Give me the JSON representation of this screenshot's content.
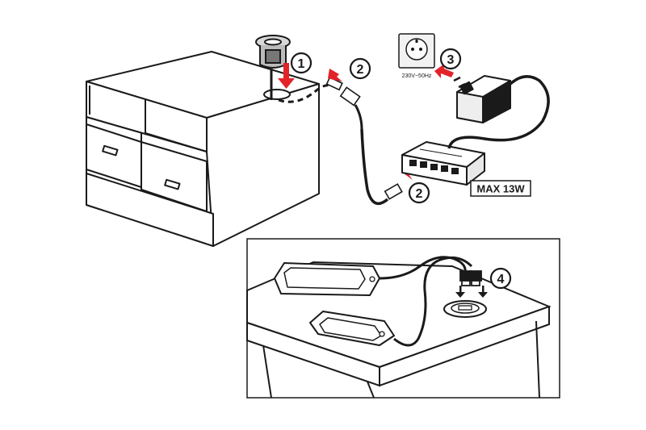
{
  "steps": {
    "step1": "1",
    "step2_top": "2",
    "step2_bottom": "2",
    "step3": "3",
    "step4": "4"
  },
  "labels": {
    "voltage": "230V~50Hz",
    "max_power": "MAX 13W"
  },
  "colors": {
    "line": "#1a1a1a",
    "arrow": "#e2232a",
    "socket_fill": "#f2f2f2",
    "badge_fill": "#ffffff"
  },
  "icons": {
    "socket": "wall-socket-icon",
    "adapter": "power-adapter-icon",
    "distributor": "led-distributor-icon",
    "charger": "usb-charger-icon"
  }
}
